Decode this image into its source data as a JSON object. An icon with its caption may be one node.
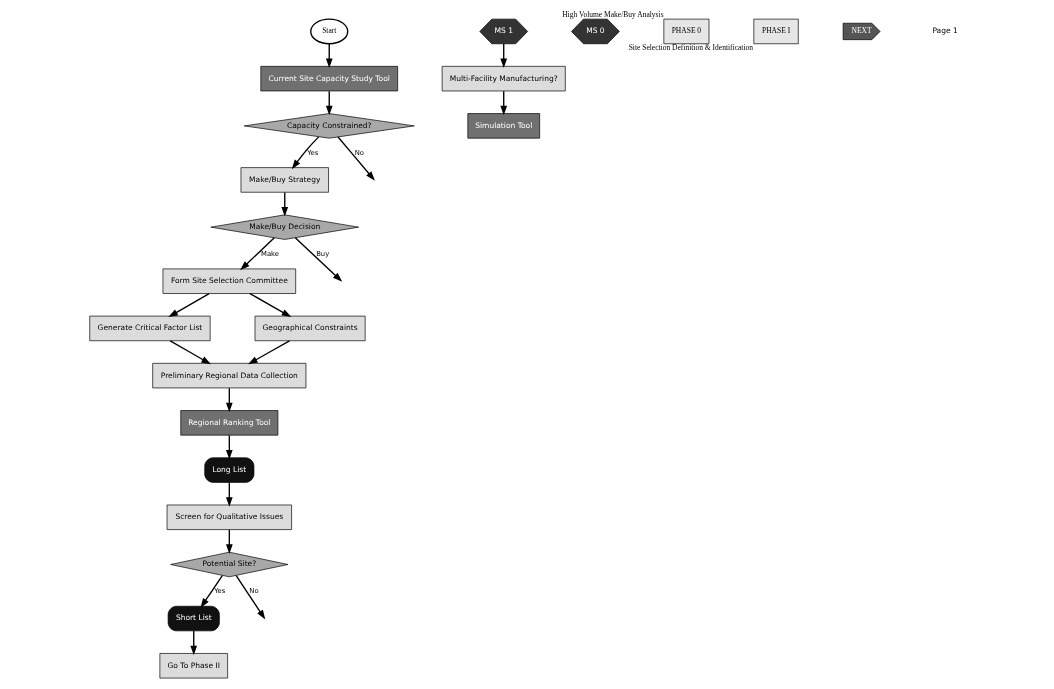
{
  "diagram": {
    "nodes": [
      {
        "text": [
          "Start"
        ]
      },
      {
        "text": [
          "Current Site Capacity Study Tool"
        ]
      },
      {
        "text": [
          "Capacity Constrained?"
        ]
      },
      {
        "text": [
          "Make/Buy Strategy"
        ]
      },
      {
        "text": [
          "Make/Buy Decision"
        ]
      },
      {
        "text": [
          "Form Site Selection Committee"
        ]
      },
      {
        "text": [
          "Generate Critical Factor List"
        ]
      },
      {
        "text": [
          "Geographical Constraints"
        ]
      },
      {
        "text": [
          "Preliminary Regional Data Collection"
        ]
      },
      {
        "text": [
          "Regional Ranking Tool"
        ]
      },
      {
        "text": [
          "Long List"
        ]
      },
      {
        "text": [
          "Screen for Qualitative Issues"
        ]
      },
      {
        "text": [
          "Potential Site?"
        ]
      },
      {
        "text": [
          "Short List"
        ]
      },
      {
        "text": [
          "Go To Phase II"
        ]
      },
      {
        "text": [
          "Multi-Facility Manufacturing?"
        ]
      },
      {
        "text": [
          "Simulation Tool"
        ]
      },
      {
        "text": [
          "MS 0"
        ]
      },
      {
        "text": [
          "MS 1"
        ]
      },
      {
        "text": [
          "PHASE 0"
        ],
        "beside": [
          "High Volume Make/Buy Analysis"
        ]
      },
      {
        "text": [
          "PHASE I"
        ],
        "beside": [
          "Site Selection Definition & Identification"
        ]
      },
      {
        "text": [
          "NEXT"
        ]
      }
    ],
    "edges": [
      {
        "from": 0,
        "to": 1,
        "arrow": "to"
      },
      {
        "from": 1,
        "to": 2,
        "arrow": "to"
      },
      {
        "from": 2,
        "to": 3,
        "arrow": "to",
        "label": "Yes"
      },
      {
        "from": 2,
        "to": null,
        "arrow": "to",
        "label": "No"
      },
      {
        "from": 3,
        "to": 4,
        "arrow": "to"
      },
      {
        "from": 4,
        "to": null,
        "arrow": "to",
        "label": "Buy"
      },
      {
        "from": 4,
        "to": 5,
        "arrow": "to",
        "label": "Make"
      },
      {
        "from": 5,
        "to": 6,
        "arrow": "to"
      },
      {
        "from": 5,
        "to": 7,
        "arrow": "to"
      },
      {
        "from": 6,
        "to": 8,
        "arrow": "to"
      },
      {
        "from": 7,
        "to": 8,
        "arrow": "to"
      },
      {
        "from": 8,
        "to": 9,
        "arrow": "to"
      },
      {
        "from": 9,
        "to": 10,
        "arrow": "to"
      },
      {
        "from": 10,
        "to": 11,
        "arrow": "to"
      },
      {
        "from": 11,
        "to": 12,
        "arrow": "to"
      },
      {
        "from": 12,
        "to": 13,
        "arrow": "to",
        "label": "Yes"
      },
      {
        "from": 12,
        "to": null,
        "arrow": "to",
        "label": "No"
      },
      {
        "from": 13,
        "to": 14,
        "arrow": "to"
      },
      {
        "from": 18,
        "to": 15,
        "arrow": "to"
      },
      {
        "from": 15,
        "to": 16,
        "arrow": "to"
      }
    ],
    "labels": [
      "Page 1"
    ]
  }
}
